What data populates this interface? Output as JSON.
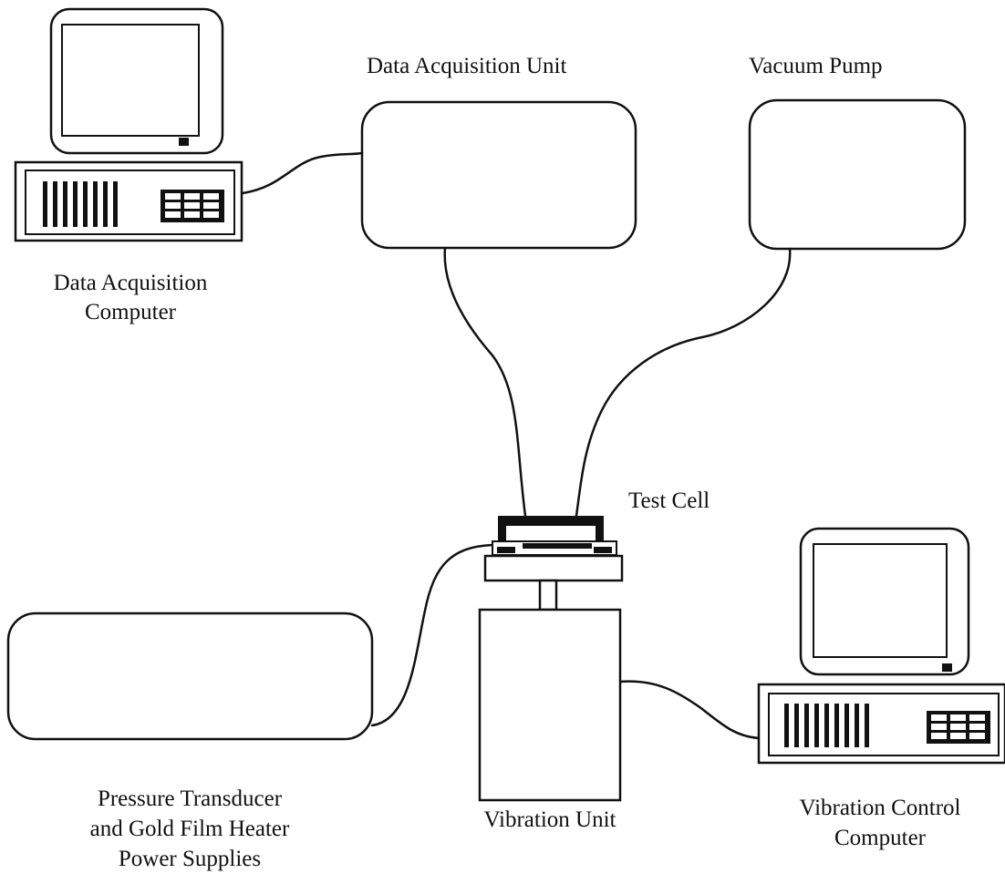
{
  "labels": {
    "daq_unit": "Data Acquisition Unit",
    "vacuum_pump": "Vacuum Pump",
    "daq_computer_line1": "Data Acquisition",
    "daq_computer_line2": "Computer",
    "test_cell": "Test Cell",
    "supplies_line1": "Pressure Transducer",
    "supplies_line2": "and Gold Film Heater",
    "supplies_line3": "Power Supplies",
    "vibration_unit": "Vibration Unit",
    "vib_computer_line1": "Vibration Control",
    "vib_computer_line2": "Computer"
  }
}
